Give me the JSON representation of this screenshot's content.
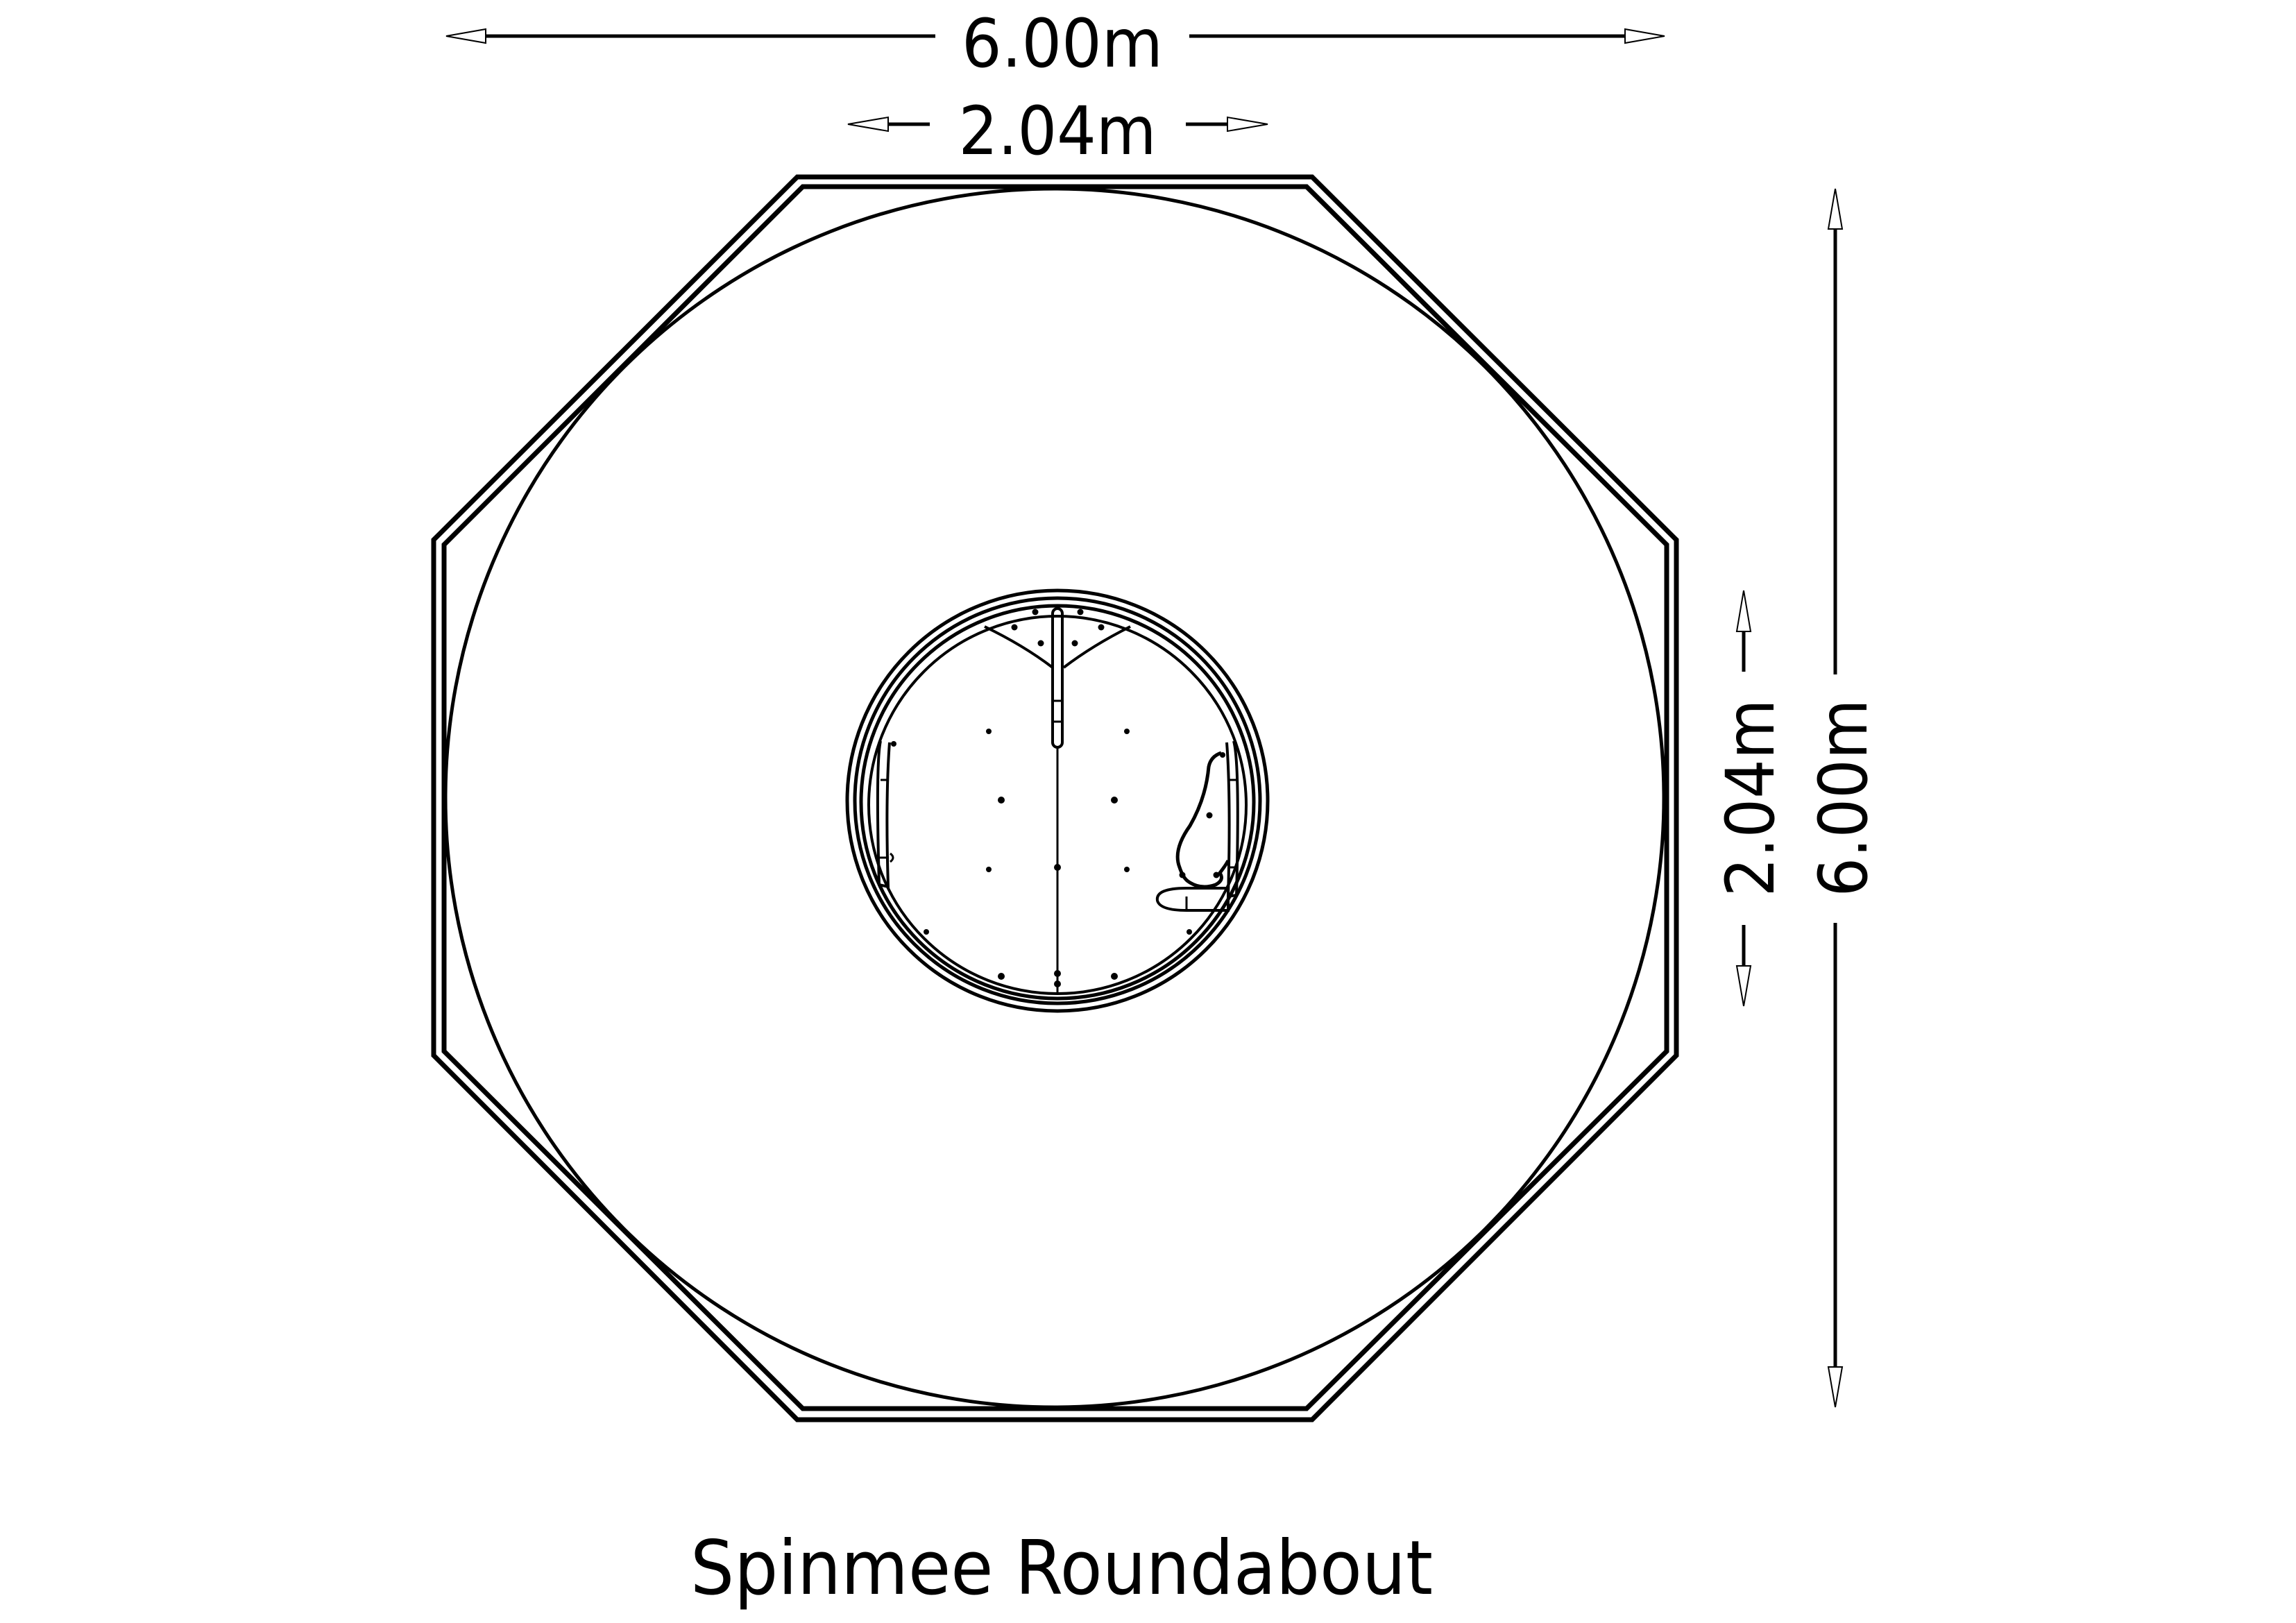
{
  "title": "Spinmee Roundabout",
  "dimensions": {
    "overall_width": "6.00m",
    "equipment_width": "2.04m",
    "overall_depth": "6.00m",
    "equipment_depth": "2.04m"
  },
  "colors": {
    "line": "#000000",
    "background": "#ffffff"
  }
}
